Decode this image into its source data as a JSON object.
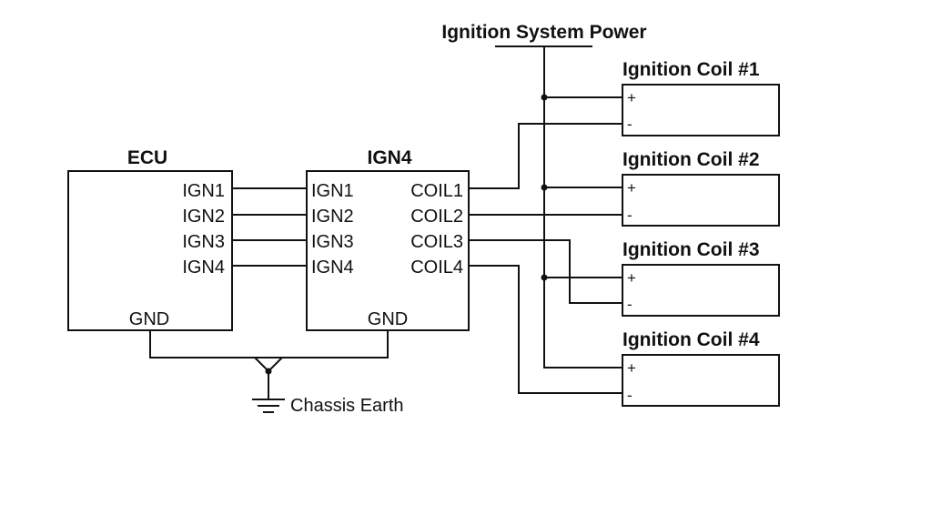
{
  "power": {
    "title": "Ignition System Power"
  },
  "ecu": {
    "title": "ECU",
    "pins": [
      "IGN1",
      "IGN2",
      "IGN3",
      "IGN4"
    ],
    "gnd": "GND"
  },
  "ign4": {
    "title": "IGN4",
    "inputs": [
      "IGN1",
      "IGN2",
      "IGN3",
      "IGN4"
    ],
    "outputs": [
      "COIL1",
      "COIL2",
      "COIL3",
      "COIL4"
    ],
    "gnd": "GND"
  },
  "coils": [
    {
      "title": "Ignition Coil #1",
      "plus": "+",
      "minus": "-"
    },
    {
      "title": "Ignition Coil #2",
      "plus": "+",
      "minus": "-"
    },
    {
      "title": "Ignition Coil #3",
      "plus": "+",
      "minus": "-"
    },
    {
      "title": "Ignition Coil #4",
      "plus": "+",
      "minus": "-"
    }
  ],
  "ground": {
    "label": "Chassis Earth"
  }
}
